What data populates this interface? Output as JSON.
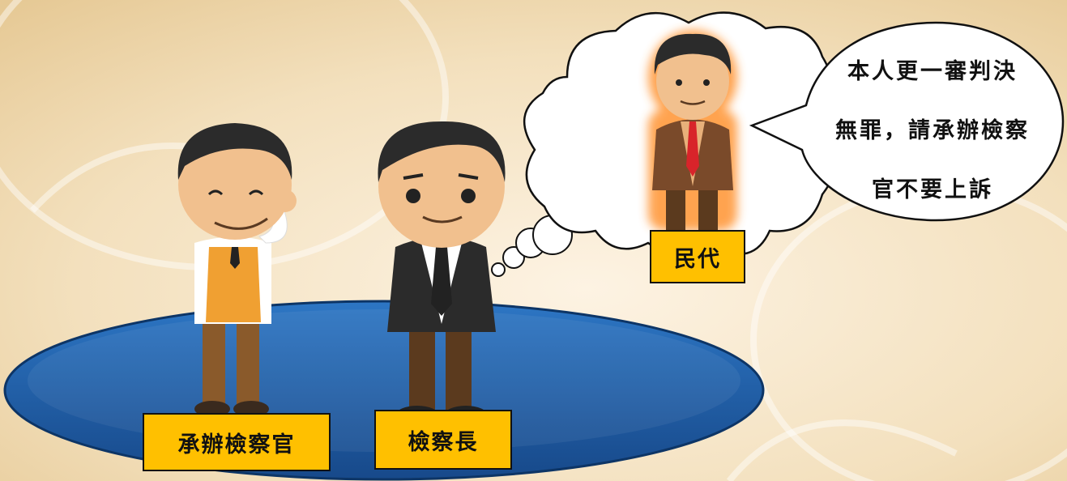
{
  "labels": {
    "prosecutor": "承辦檢察官",
    "chief": "檢察長",
    "legislator": "民代"
  },
  "speech": {
    "lines": [
      "本人更一審判決",
      "無罪，請承辦檢察",
      "官不要上訴"
    ]
  },
  "colors": {
    "background": "#f3e2c4",
    "platform": "#1f5fa8",
    "label_fill": "#ffc000",
    "vest": "#f0a032",
    "suit_dark": "#2b2b2b",
    "suit_brown": "#7a4a2a",
    "tie_red": "#d8242a",
    "glow": "#ff9a3c"
  },
  "icons": [
    "prosecutor-figure",
    "chief-figure",
    "legislator-figure",
    "thought-cloud",
    "speech-bubble"
  ]
}
